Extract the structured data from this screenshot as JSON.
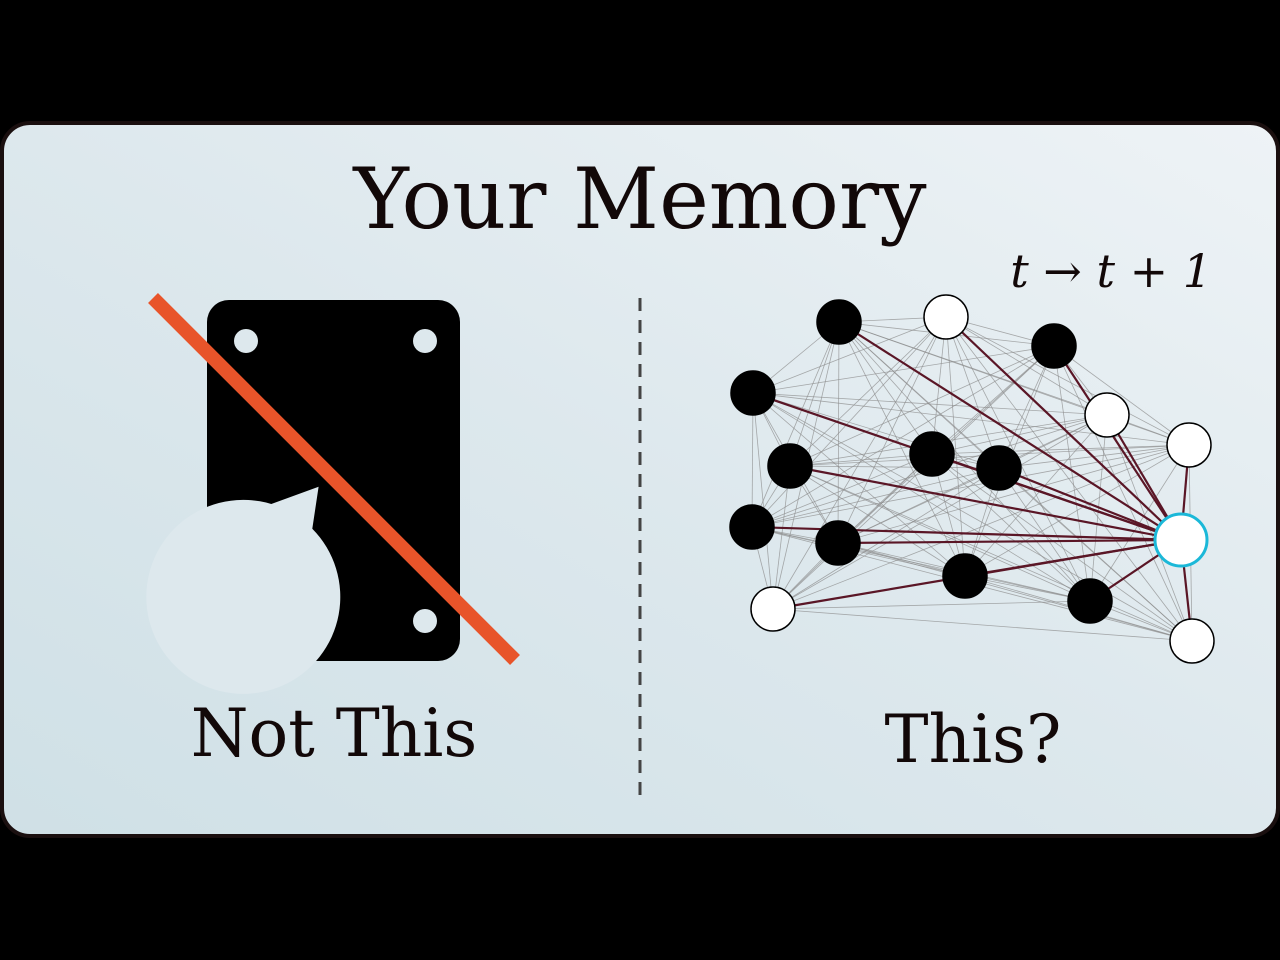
{
  "title": "Your Memory",
  "left_caption": "Not This",
  "right_caption": "This?",
  "time_step_label": "t → t + 1",
  "icons": {
    "left": "hard-drive-icon",
    "left_overlay": "strike-through",
    "right": "network-graph"
  },
  "colors": {
    "strike": "#e8542a",
    "card_border": "#1a0f0f",
    "node_fill_active": "#000000",
    "node_fill_inactive": "#ffffff",
    "highlight_node_stroke": "#1bb8d8",
    "highlight_edge": "#5a1626",
    "background_edge": "#8a8a8a"
  },
  "network": {
    "nodes": [
      {
        "id": "n1",
        "state": "active"
      },
      {
        "id": "n2",
        "state": "inactive"
      },
      {
        "id": "n3",
        "state": "active"
      },
      {
        "id": "n4",
        "state": "active"
      },
      {
        "id": "n5",
        "state": "inactive"
      },
      {
        "id": "n6",
        "state": "inactive"
      },
      {
        "id": "n7",
        "state": "active"
      },
      {
        "id": "n8",
        "state": "active"
      },
      {
        "id": "n9",
        "state": "active"
      },
      {
        "id": "n10",
        "state": "active"
      },
      {
        "id": "n11",
        "state": "active"
      },
      {
        "id": "n12",
        "state": "inactive"
      },
      {
        "id": "n13",
        "state": "active"
      },
      {
        "id": "n14",
        "state": "active"
      },
      {
        "id": "n15",
        "state": "inactive"
      },
      {
        "id": "n16",
        "state": "inactive"
      }
    ],
    "focus_node": "n16"
  }
}
